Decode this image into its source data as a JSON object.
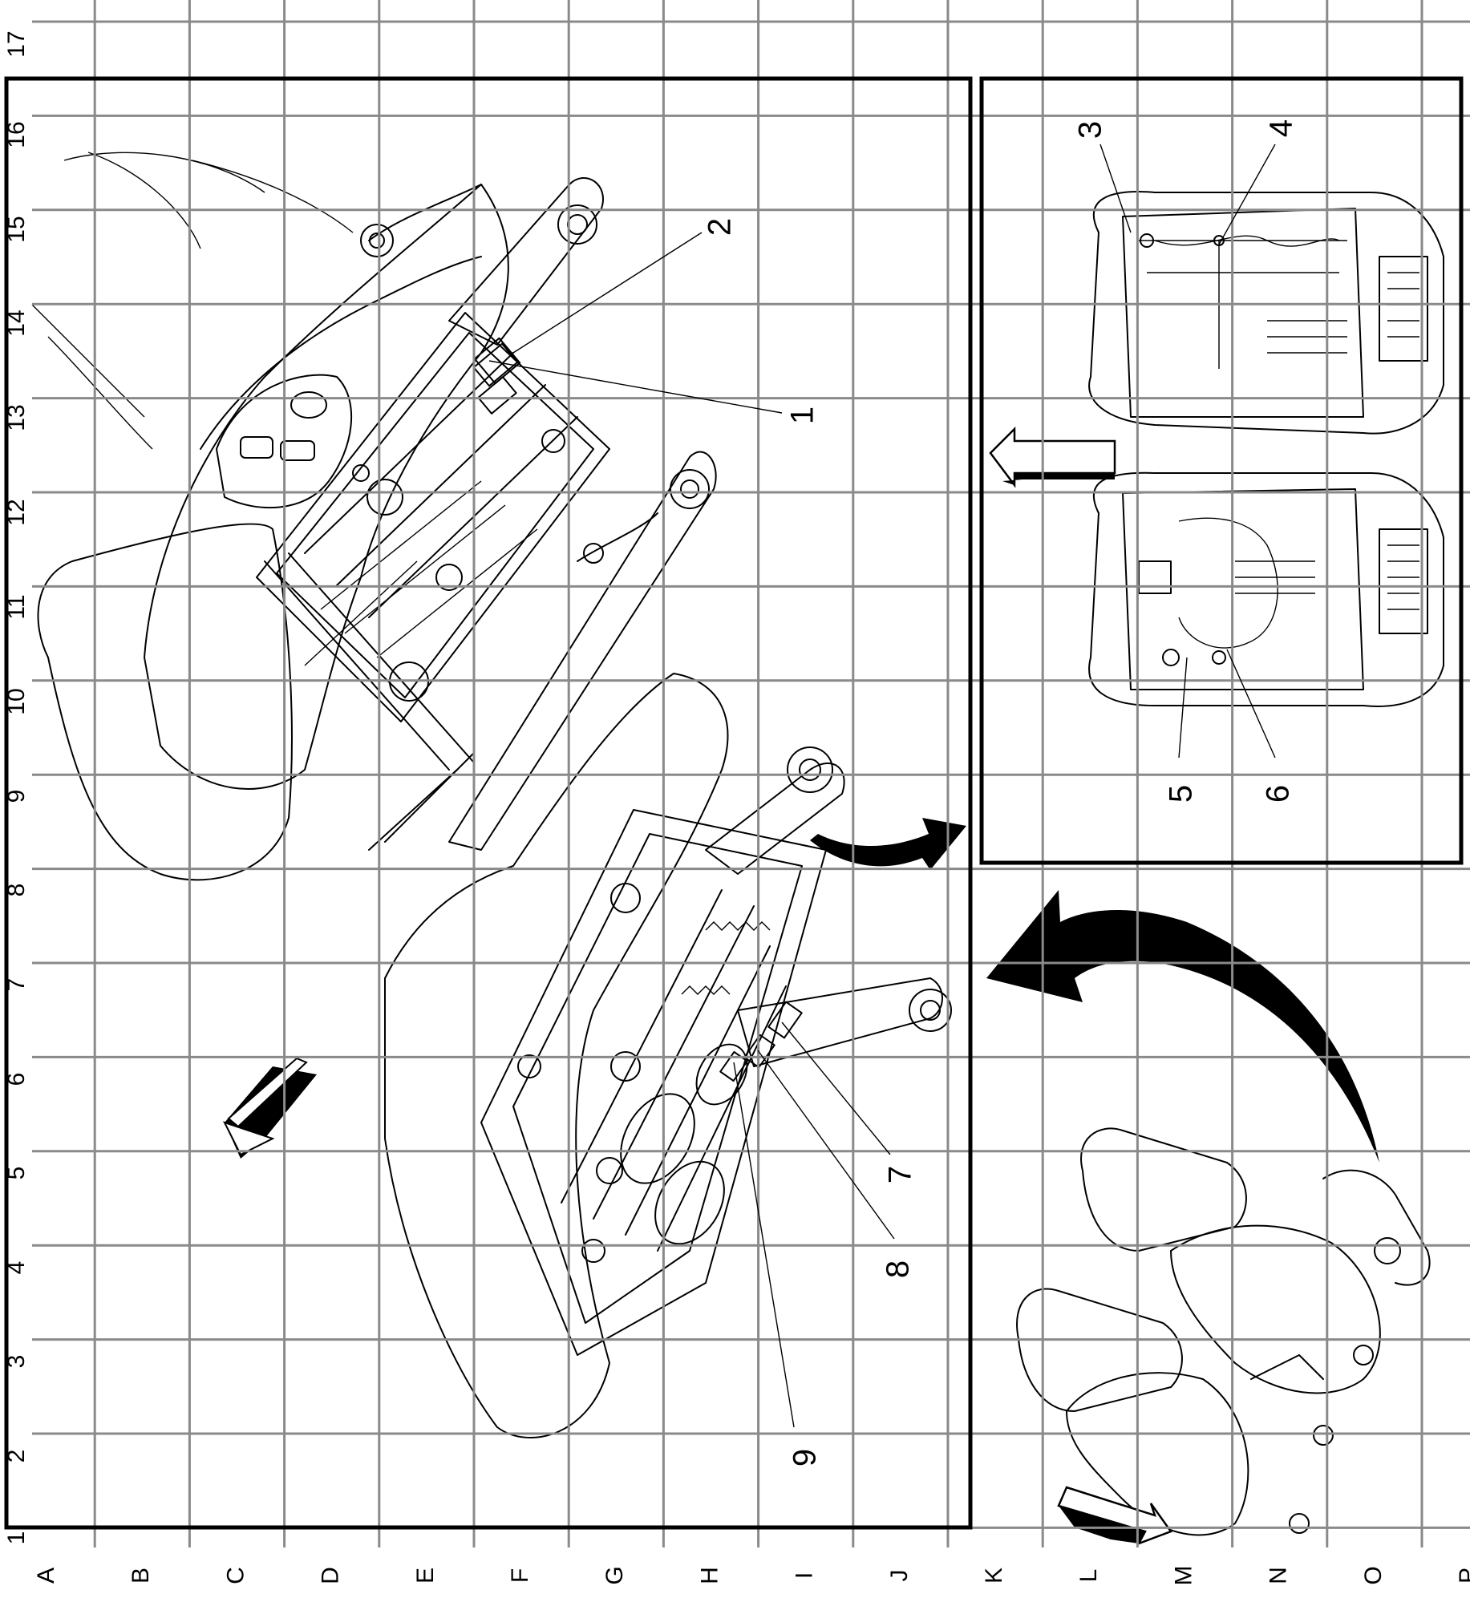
{
  "grid": {
    "row_labels": [
      "A",
      "B",
      "C",
      "D",
      "E",
      "F",
      "G",
      "H",
      "I",
      "J",
      "K",
      "L",
      "M",
      "N",
      "O",
      "P"
    ],
    "column_labels": [
      "1",
      "2",
      "3",
      "4",
      "5",
      "6",
      "7",
      "8",
      "9",
      "10",
      "11",
      "12",
      "13",
      "14",
      "15",
      "16",
      "17"
    ]
  },
  "callouts": [
    "1",
    "2",
    "3",
    "4",
    "5",
    "6",
    "7",
    "8",
    "9"
  ],
  "colors": {
    "line": "#000000",
    "grid": "#8a8a8a",
    "background": "#ffffff"
  },
  "views": {
    "main": "seat-frame-assembly-exploded",
    "inset": "seat-underside-top-views",
    "locator": "vehicle-seats-locator"
  }
}
